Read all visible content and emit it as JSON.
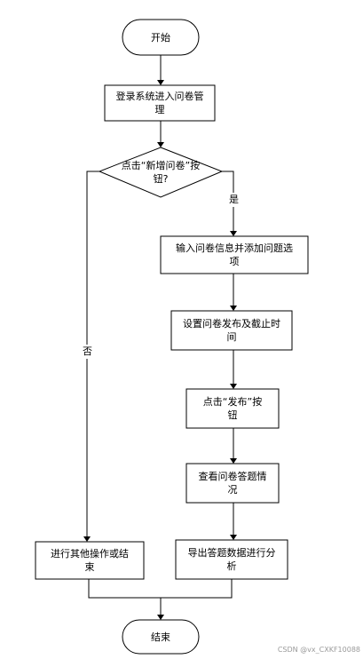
{
  "flowchart": {
    "start": "开始",
    "step_login": "登录系统进入问卷管\n理",
    "decision": "点击“新增问卷”按\n钮?",
    "step_input": "输入问卷信息并添加问题选\n项",
    "step_set_time": "设置问卷发布及截止时\n间",
    "step_click_publish": "点击“发布”按\n钮",
    "step_view": "查看问卷答题情\n况",
    "step_export": "导出答题数据进行分\n析",
    "step_other": "进行其他操作或结\n束",
    "end": "结束",
    "edge_yes": "是",
    "edge_no": "否"
  },
  "watermark": "CSDN @vx_CXKF10088"
}
